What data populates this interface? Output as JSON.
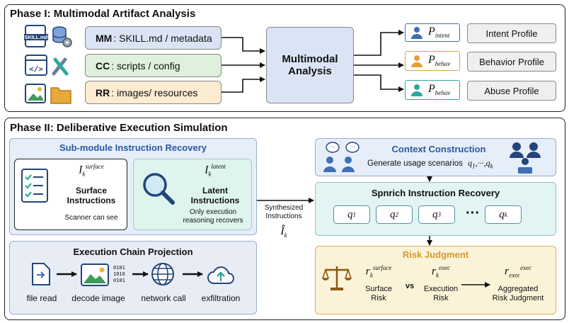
{
  "phase1": {
    "title": "Phase I: Multimodal Artifact Analysis",
    "skill_file_label": "SKILL.md",
    "inputs": [
      {
        "code": "MM",
        "text": ": SKILL.md / metadata",
        "color": "#dbe4f4"
      },
      {
        "code": "CC",
        "text": ": scripts / config",
        "color": "#dff1dc"
      },
      {
        "code": "RR",
        "text": ": images/ resources",
        "color": "#fbecd2"
      }
    ],
    "analysis": {
      "line1": "Multimodal",
      "line2": "Analysis"
    },
    "profiles": [
      {
        "symbol": "P",
        "sub": "intent",
        "label": "Intent Profile",
        "border": "#3f6fb5"
      },
      {
        "symbol": "P",
        "sub": "behav",
        "label": "Behavior Profile",
        "border": "#e0a23a"
      },
      {
        "symbol": "P",
        "sub": "behav",
        "label": "Abuse Profile",
        "border": "#2fa89a"
      }
    ]
  },
  "phase2": {
    "title": "Phase II: Deliberative Execution Simulation",
    "submodule": {
      "title": "Sub-module Instruction Recovery",
      "surface": {
        "sym": "I",
        "sub": "k",
        "sup": "surface",
        "name1": "Surface",
        "name2": "Instructions",
        "caption": "Scanner can see"
      },
      "latent": {
        "sym": "I",
        "sub": "k",
        "sup": "latent",
        "name1": "Latent",
        "name2": "Instructions",
        "caption1": "Only execution",
        "caption2": "reasoning recovers"
      }
    },
    "synth": {
      "line1": "Synthesized",
      "line2": "Instructions",
      "sym": "Î",
      "sub": "k"
    },
    "chain": {
      "title": "Execution Chain Projection",
      "binary": [
        "0101",
        "1010",
        "0101"
      ],
      "steps": [
        "file read",
        "decode image",
        "network call",
        "exfiltration"
      ]
    },
    "context": {
      "title": "Context Construction",
      "text": "Generate usage scenarios",
      "math": "q",
      "math_sub1": "1",
      "math_mid": ",···,",
      "math_sub2": "k"
    },
    "spnrich": {
      "title": "Spnrich Instruction Recovery",
      "qs": [
        {
          "sym": "q",
          "sub": "1"
        },
        {
          "sym": "q",
          "sub": "2"
        },
        {
          "sym": "q",
          "sub": "3"
        },
        {
          "sym": "q",
          "sub": "k"
        }
      ],
      "ellipsis": "···"
    },
    "risk": {
      "title": "Risk Judgment",
      "surface": {
        "sym": "r",
        "sub": "k",
        "sup": "surface",
        "l1": "Surface",
        "l2": "Risk"
      },
      "vs": "vs",
      "exec": {
        "sym": "r",
        "sub": "k",
        "sup": "exec",
        "l1": "Execution",
        "l2": "Risk"
      },
      "agg": {
        "sym": "r",
        "sub": "exec",
        "sup": "exec",
        "l1": "Aggregated",
        "l2": "Risk Judgment"
      },
      "title_color": "#d39a2c"
    }
  }
}
